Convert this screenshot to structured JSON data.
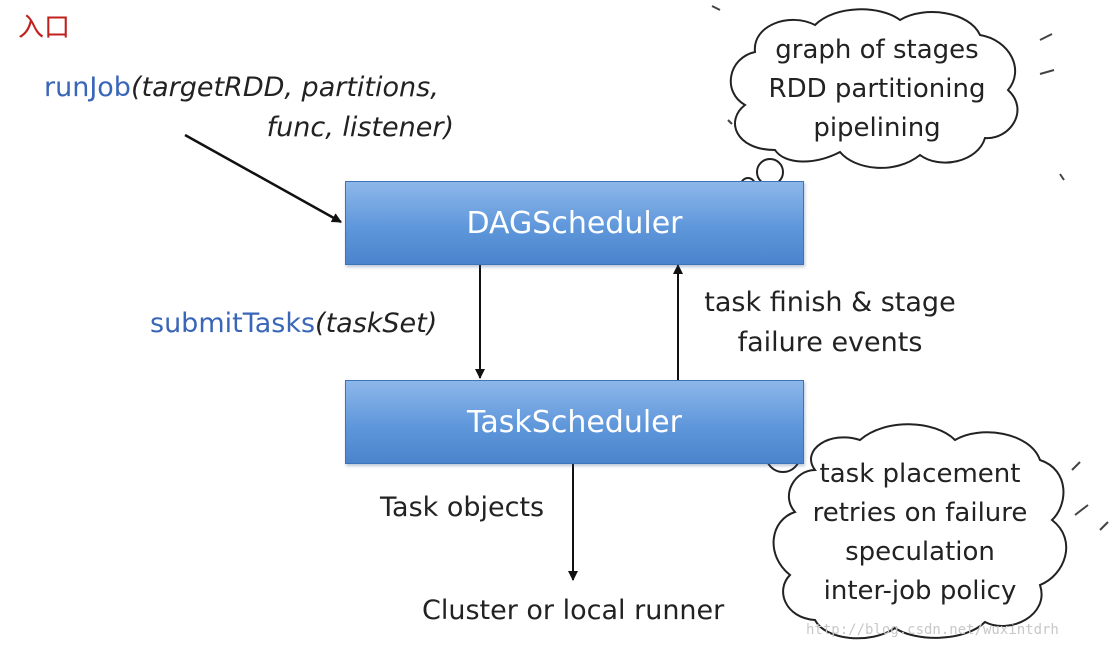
{
  "entry_label": "入口",
  "run_job": {
    "function": "runJob",
    "args_line1": "(targetRDD, partitions,",
    "args_line2": "func, listener)"
  },
  "dag_scheduler": {
    "label": "DAGScheduler"
  },
  "task_scheduler": {
    "label": "TaskScheduler"
  },
  "submit_tasks": {
    "function": "submitTasks",
    "args": "(taskSet)"
  },
  "feedback": {
    "line1": "task finish & stage",
    "line2": "failure events"
  },
  "task_objects": "Task objects",
  "runner": "Cluster or local runner",
  "dag_cloud": {
    "lines": [
      "graph of stages",
      "RDD partitioning",
      "pipelining"
    ]
  },
  "task_cloud": {
    "lines": [
      "task placement",
      "retries on failure",
      "speculation",
      "inter-job policy"
    ]
  },
  "watermark": "http://blog.csdn.net/wuxintdrh"
}
